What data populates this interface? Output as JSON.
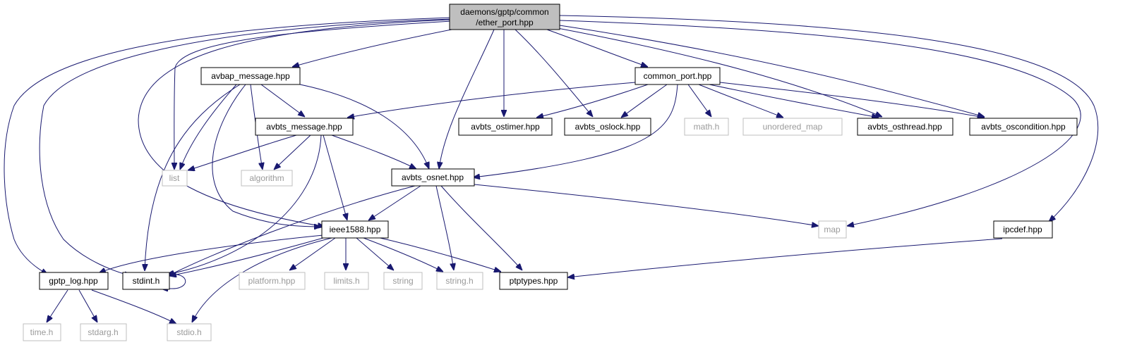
{
  "graph": {
    "root": {
      "line1": "daemons/gptp/common",
      "line2": "/ether_port.hpp"
    },
    "nodes": {
      "avbap_message": "avbap_message.hpp",
      "common_port": "common_port.hpp",
      "avbts_message": "avbts_message.hpp",
      "avbts_ostimer": "avbts_ostimer.hpp",
      "avbts_oslock": "avbts_oslock.hpp",
      "math_h": "math.h",
      "unordered_map": "unordered_map",
      "avbts_osthread": "avbts_osthread.hpp",
      "avbts_oscondition": "avbts_oscondition.hpp",
      "list": "list",
      "algorithm": "algorithm",
      "avbts_osnet": "avbts_osnet.hpp",
      "ieee1588": "ieee1588.hpp",
      "map": "map",
      "ipcdef": "ipcdef.hpp",
      "gptp_log": "gptp_log.hpp",
      "stdint_h": "stdint.h",
      "platform": "platform.hpp",
      "limits_h": "limits.h",
      "string": "string",
      "string_h": "string.h",
      "ptptypes": "ptptypes.hpp",
      "time_h": "time.h",
      "stdarg_h": "stdarg.h",
      "stdio_h": "stdio.h"
    },
    "edges": [
      [
        "root",
        "avbap_message"
      ],
      [
        "root",
        "common_port"
      ],
      [
        "root",
        "list"
      ],
      [
        "root",
        "avbts_osnet"
      ],
      [
        "root",
        "avbts_ostimer"
      ],
      [
        "root",
        "avbts_oslock"
      ],
      [
        "root",
        "avbts_osthread"
      ],
      [
        "root",
        "avbts_oscondition"
      ],
      [
        "root",
        "ieee1588"
      ],
      [
        "root",
        "gptp_log"
      ],
      [
        "root",
        "stdint_h"
      ],
      [
        "root",
        "map"
      ],
      [
        "root",
        "ipcdef"
      ],
      [
        "avbap_message",
        "avbts_message"
      ],
      [
        "avbap_message",
        "list"
      ],
      [
        "avbap_message",
        "algorithm"
      ],
      [
        "avbap_message",
        "avbts_osnet"
      ],
      [
        "avbap_message",
        "ieee1588"
      ],
      [
        "avbap_message",
        "stdint_h"
      ],
      [
        "common_port",
        "avbts_message"
      ],
      [
        "common_port",
        "avbts_ostimer"
      ],
      [
        "common_port",
        "avbts_oslock"
      ],
      [
        "common_port",
        "math_h"
      ],
      [
        "common_port",
        "unordered_map"
      ],
      [
        "common_port",
        "avbts_osthread"
      ],
      [
        "common_port",
        "avbts_oscondition"
      ],
      [
        "common_port",
        "avbts_osnet"
      ],
      [
        "avbts_message",
        "list"
      ],
      [
        "avbts_message",
        "algorithm"
      ],
      [
        "avbts_message",
        "avbts_osnet"
      ],
      [
        "avbts_message",
        "ieee1588"
      ],
      [
        "avbts_message",
        "stdint_h"
      ],
      [
        "avbts_osnet",
        "ieee1588"
      ],
      [
        "avbts_osnet",
        "map"
      ],
      [
        "avbts_osnet",
        "string_h"
      ],
      [
        "avbts_osnet",
        "ptptypes"
      ],
      [
        "avbts_osnet",
        "stdint_h"
      ],
      [
        "ieee1588",
        "gptp_log"
      ],
      [
        "ieee1588",
        "stdint_h"
      ],
      [
        "ieee1588",
        "platform"
      ],
      [
        "ieee1588",
        "limits_h"
      ],
      [
        "ieee1588",
        "string"
      ],
      [
        "ieee1588",
        "string_h"
      ],
      [
        "ieee1588",
        "ptptypes"
      ],
      [
        "ieee1588",
        "stdio_h"
      ],
      [
        "ipcdef",
        "ptptypes"
      ],
      [
        "gptp_log",
        "time_h"
      ],
      [
        "gptp_log",
        "stdarg_h"
      ],
      [
        "gptp_log",
        "stdio_h"
      ],
      [
        "stdint_h",
        "stdint_h"
      ]
    ]
  }
}
